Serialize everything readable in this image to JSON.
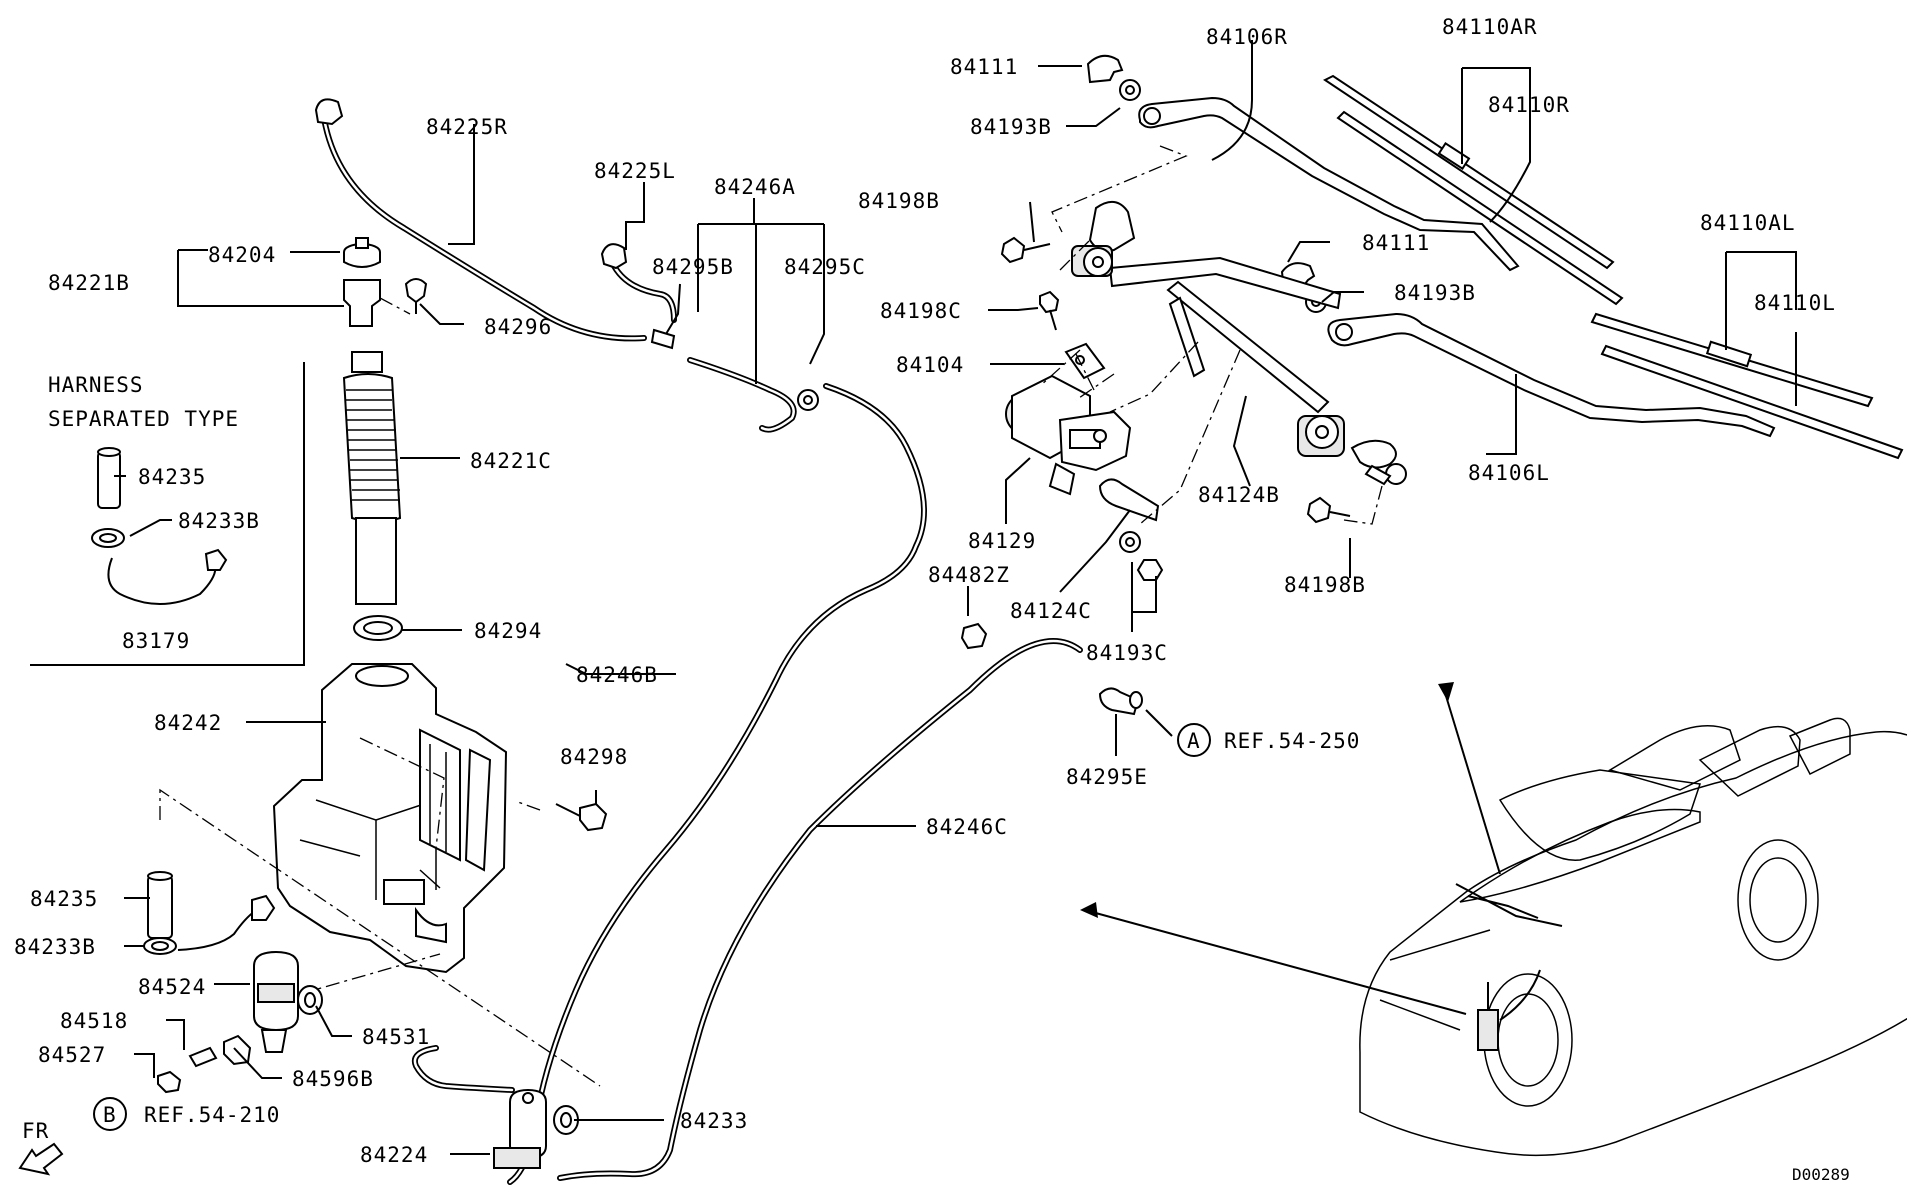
{
  "diagram": {
    "code": "D00289",
    "direction": "FR",
    "harness_note": [
      "HARNESS",
      "SEPARATED TYPE"
    ],
    "references": [
      {
        "id": "ref-a",
        "circle": "A",
        "text": "REF.54-250"
      },
      {
        "id": "ref-b",
        "circle": "B",
        "text": "REF.54-210"
      }
    ],
    "labels": [
      {
        "id": "p84111a",
        "text": "84111"
      },
      {
        "id": "p84193b1",
        "text": "84193B"
      },
      {
        "id": "p84106r",
        "text": "84106R"
      },
      {
        "id": "p84110ar",
        "text": "84110AR"
      },
      {
        "id": "p84110r",
        "text": "84110R"
      },
      {
        "id": "p84198b1",
        "text": "84198B"
      },
      {
        "id": "p84111b",
        "text": "84111"
      },
      {
        "id": "p84193b2",
        "text": "84193B"
      },
      {
        "id": "p84110al",
        "text": "84110AL"
      },
      {
        "id": "p84110l",
        "text": "84110L"
      },
      {
        "id": "p84198c",
        "text": "84198C"
      },
      {
        "id": "p84104",
        "text": "84104"
      },
      {
        "id": "p84106l",
        "text": "84106L"
      },
      {
        "id": "p84124b",
        "text": "84124B"
      },
      {
        "id": "p84129",
        "text": "84129"
      },
      {
        "id": "p84198b2",
        "text": "84198B"
      },
      {
        "id": "p84482z",
        "text": "84482Z"
      },
      {
        "id": "p84124c",
        "text": "84124C"
      },
      {
        "id": "p84193c",
        "text": "84193C"
      },
      {
        "id": "p84295e",
        "text": "84295E"
      },
      {
        "id": "p84225r",
        "text": "84225R"
      },
      {
        "id": "p84225l",
        "text": "84225L"
      },
      {
        "id": "p84246a",
        "text": "84246A"
      },
      {
        "id": "p84295b",
        "text": "84295B"
      },
      {
        "id": "p84295c",
        "text": "84295C"
      },
      {
        "id": "p84204",
        "text": "84204"
      },
      {
        "id": "p84221b",
        "text": "84221B"
      },
      {
        "id": "p84296",
        "text": "84296"
      },
      {
        "id": "p84221c",
        "text": "84221C"
      },
      {
        "id": "p84235a",
        "text": "84235"
      },
      {
        "id": "p84233b1",
        "text": "84233B"
      },
      {
        "id": "p83179",
        "text": "83179"
      },
      {
        "id": "p84294",
        "text": "84294"
      },
      {
        "id": "p84246b",
        "text": "84246B"
      },
      {
        "id": "p84242",
        "text": "84242"
      },
      {
        "id": "p84298",
        "text": "84298"
      },
      {
        "id": "p84246c",
        "text": "84246C"
      },
      {
        "id": "p84235b",
        "text": "84235"
      },
      {
        "id": "p84233b2",
        "text": "84233B"
      },
      {
        "id": "p84524",
        "text": "84524"
      },
      {
        "id": "p84531",
        "text": "84531"
      },
      {
        "id": "p84518",
        "text": "84518"
      },
      {
        "id": "p84527",
        "text": "84527"
      },
      {
        "id": "p84596b",
        "text": "84596B"
      },
      {
        "id": "p84233",
        "text": "84233"
      },
      {
        "id": "p84224",
        "text": "84224"
      }
    ]
  }
}
